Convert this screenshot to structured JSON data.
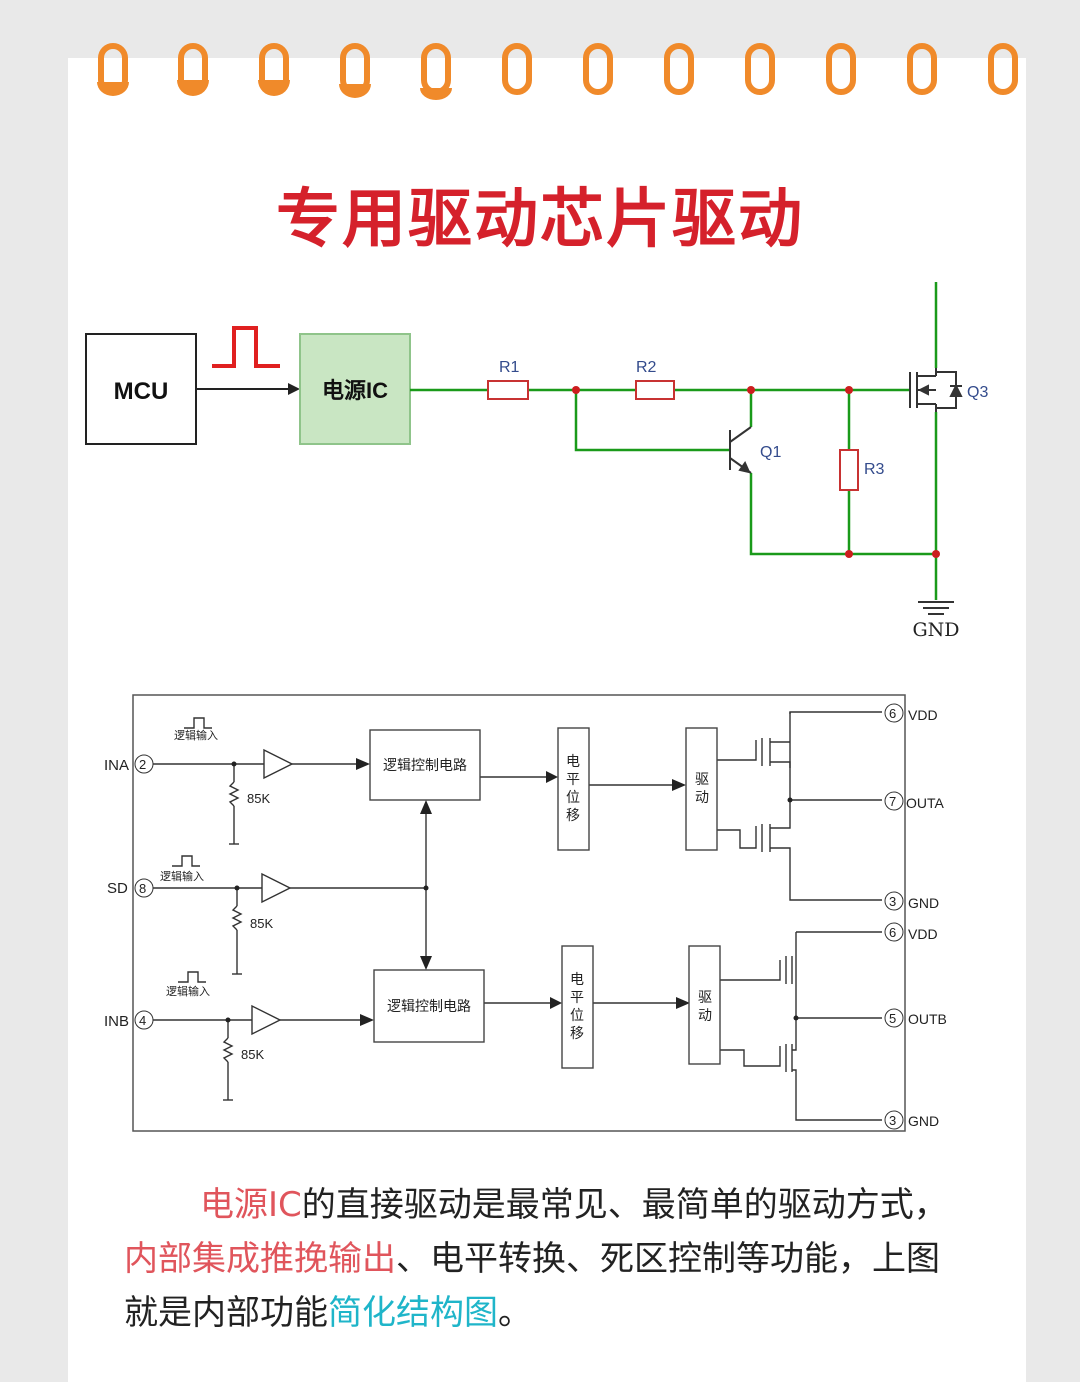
{
  "title": "专用驱动芯片驱动",
  "circuit1": {
    "mcu_label": "MCU",
    "power_ic_label": "电源IC",
    "r1": "R1",
    "r2": "R2",
    "r3": "R3",
    "q1": "Q1",
    "q3": "Q3",
    "gnd": "GND",
    "colors": {
      "wire": "#1a9a1a",
      "node": "#cc1e1e",
      "pulse": "#e02020",
      "ic_fill": "#c9e6c3"
    }
  },
  "circuit2": {
    "pins": {
      "ina": "INA",
      "ina_num": "2",
      "sd": "SD",
      "sd_num": "8",
      "inb": "INB",
      "inb_num": "4",
      "vdd_a": "VDD",
      "vdd_a_num": "6",
      "outa": "OUTA",
      "outa_num": "7",
      "gnd_a": "GND",
      "gnd_a_num": "3",
      "vdd_b": "VDD",
      "vdd_b_num": "6",
      "outb": "OUTB",
      "outb_num": "5",
      "gnd_b": "GND",
      "gnd_b_num": "3"
    },
    "logic_input": "逻辑输入",
    "resistor": "85K",
    "logic_block": "逻辑控制电路",
    "level_shift": [
      "电",
      "平",
      "位",
      "移"
    ],
    "driver": [
      "驱",
      "动"
    ]
  },
  "paragraph": {
    "part1": "电源IC",
    "part2": "的直接驱动是最常见、最简单的驱动方式，",
    "part3": "内部集成推挽输出",
    "part4": "、电平转换、死区控制等功能，上图就是内部功能",
    "part5": "简化结构图",
    "part6": "。"
  }
}
